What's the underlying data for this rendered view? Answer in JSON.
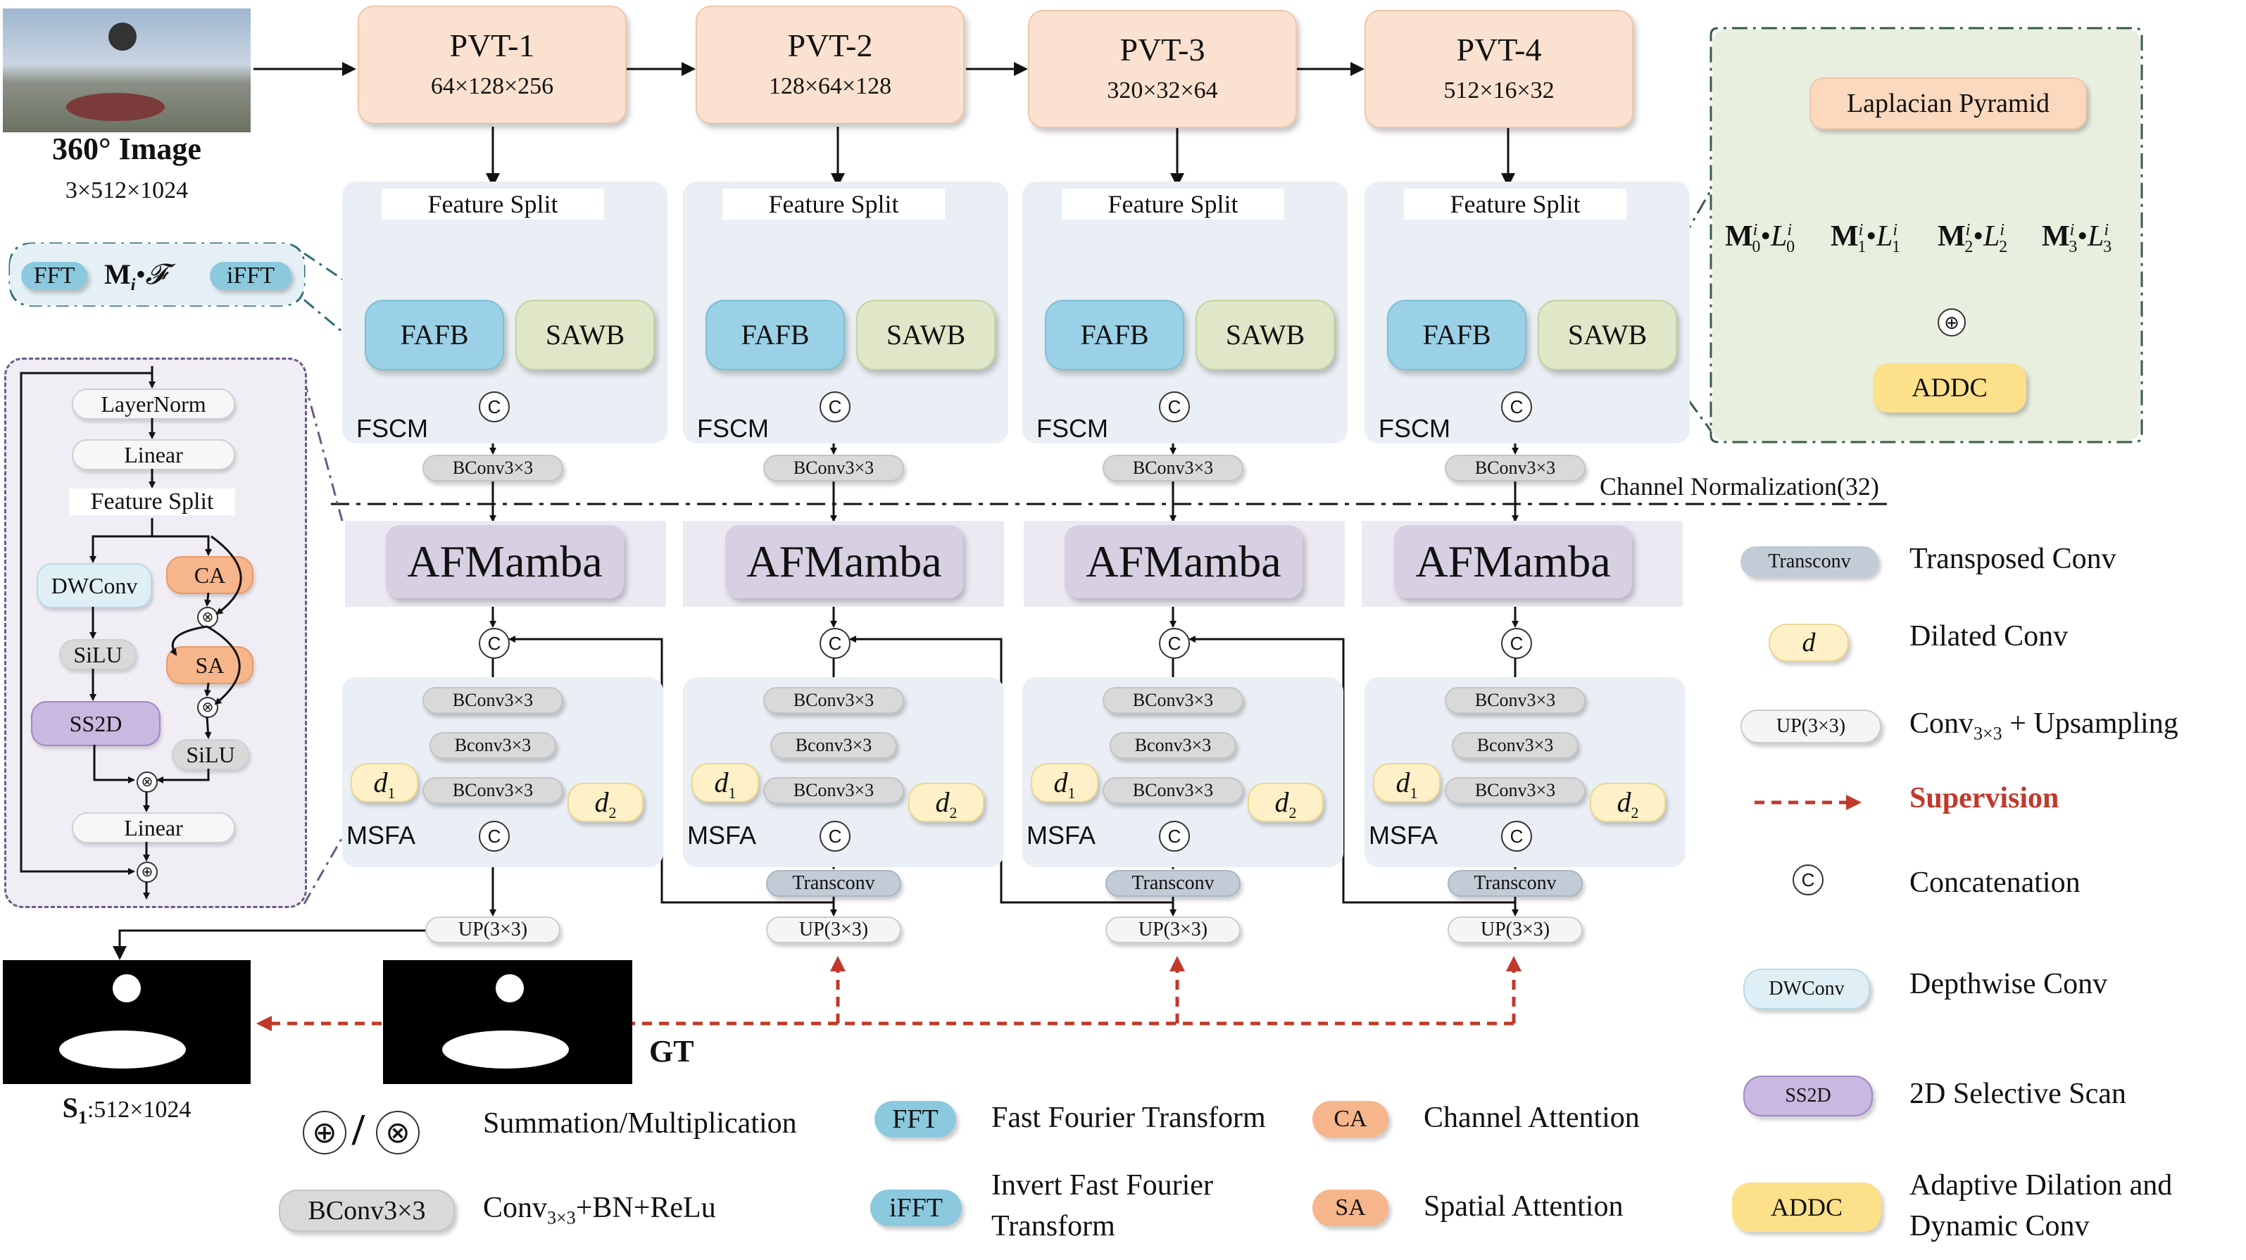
{
  "input": {
    "title": "360° Image",
    "size": "3×512×1024"
  },
  "pvt": [
    {
      "name": "PVT-1",
      "dims": "64×128×256"
    },
    {
      "name": "PVT-2",
      "dims": "128×64×128"
    },
    {
      "name": "PVT-3",
      "dims": "320×32×64"
    },
    {
      "name": "PVT-4",
      "dims": "512×16×32"
    }
  ],
  "fscm": {
    "split": "Feature Split",
    "fafb": "FAFB",
    "sawb": "SAWB",
    "concat": "C",
    "label": "FSCM",
    "bconv": "BConv3×3"
  },
  "channel_norm": "Channel Normalization(32)",
  "afmamba": "AFMamba",
  "msfa": {
    "bconv1": "BConv3×3",
    "bconv2": "Bconv3×3",
    "bconv3": "BConv3×3",
    "d1": "d",
    "d1_sub": "1",
    "d2": "d",
    "d2_sub": "2",
    "concat": "C",
    "label": "MSFA",
    "transconv": "Transconv",
    "up": "UP(3×3)"
  },
  "fft_block": {
    "fft": "FFT",
    "m": "M",
    "m_sub": "i",
    "dot_f": "•𝓕",
    "ifft": "iFFT"
  },
  "afmamba_detail": {
    "layernorm": "LayerNorm",
    "linear1": "Linear",
    "split": "Feature Split",
    "dwconv": "DWConv",
    "ca": "CA",
    "silu1": "SiLU",
    "sa": "SA",
    "ss2d": "SS2D",
    "silu2": "SiLU",
    "linear2": "Linear"
  },
  "laplacian": {
    "title": "Laplacian Pyramid",
    "terms": [
      {
        "m": "M",
        "msub": "0",
        "msup": "i",
        "l": "L",
        "lsub": "0",
        "lsup": "i"
      },
      {
        "m": "M",
        "msub": "1",
        "msup": "i",
        "l": "L",
        "lsub": "1",
        "lsup": "i"
      },
      {
        "m": "M",
        "msub": "2",
        "msup": "i",
        "l": "L",
        "lsub": "2",
        "lsup": "i"
      },
      {
        "m": "M",
        "msub": "3",
        "msup": "i",
        "l": "L",
        "lsub": "3",
        "lsup": "i"
      }
    ],
    "addc": "ADDC"
  },
  "outputs": {
    "s1": "S",
    "s1_sub": "1",
    "s1_size": ":512×1024",
    "gt": "GT"
  },
  "legend_right": [
    {
      "chip": "Transconv",
      "text": "Transposed Conv"
    },
    {
      "chip": "d",
      "text": "Dilated Conv"
    },
    {
      "chip": "UP(3×3)",
      "text_pre": "Conv",
      "text_sub": "3×3",
      "text_post": " + Upsampling"
    },
    {
      "text": "Supervision"
    },
    {
      "chip": "C",
      "text": "Concatenation"
    },
    {
      "chip": "DWConv",
      "text": "Depthwise Conv"
    },
    {
      "chip": "SS2D",
      "text": "2D Selective Scan"
    },
    {
      "chip": "ADDC",
      "text1": "Adaptive Dilation and",
      "text2": "Dynamic Conv"
    }
  ],
  "legend_bottom": [
    {
      "symbol": "/",
      "text": "Summation/Multiplication"
    },
    {
      "chip": "BConv3×3",
      "text_pre": "Conv",
      "text_sub": "3×3",
      "text_post": "+BN+ReLu"
    },
    {
      "chip": "FFT",
      "text": "Fast Fourier Transform"
    },
    {
      "chip": "iFFT",
      "text1": "Invert Fast Fourier",
      "text2": "Transform"
    },
    {
      "chip": "CA",
      "text": "Channel Attention"
    },
    {
      "chip": "SA",
      "text": "Spatial Attention"
    }
  ],
  "colors": {
    "pvt": "#fbe2d0",
    "fafb": "#9bd1e6",
    "sawb": "#dfe7c8",
    "panel": "#e9eff4",
    "mamba": "#d6d0e2",
    "supervision": "#c0392b",
    "addc": "#fde08a",
    "laplacian_bg": "#e8efdf",
    "ca": "#f6b58a",
    "ss2d": "#c9b8e0"
  }
}
